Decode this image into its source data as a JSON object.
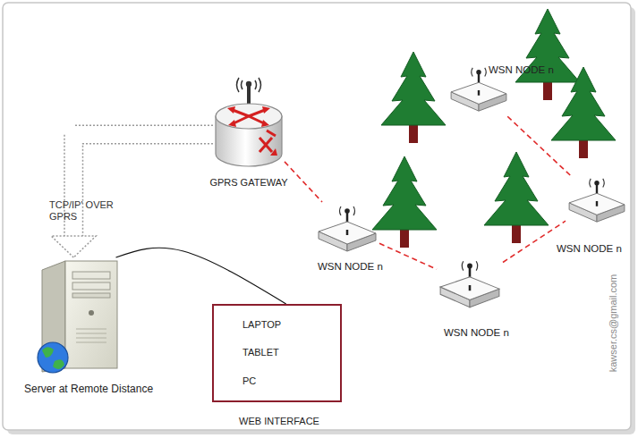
{
  "diagram": {
    "nodes": [
      {
        "text": [
          "GPRS GATEWAY"
        ]
      },
      {
        "text": [
          "WSN NODE n"
        ]
      },
      {
        "text": [
          "WSN NODE n"
        ]
      },
      {
        "text": [
          "WSN NODE n"
        ]
      },
      {
        "text": [
          "WSN NODE n"
        ]
      },
      {
        "text": [
          "Server at Remote Distance"
        ]
      },
      {
        "text": [
          "LAPTOP",
          "TABLET",
          "PC",
          "WEB INTERFACE"
        ]
      }
    ],
    "edges": [
      {
        "from": 0,
        "to": 3,
        "arrow": "none"
      },
      {
        "from": 3,
        "to": 4,
        "arrow": "none"
      },
      {
        "from": 4,
        "to": 2,
        "arrow": "none"
      },
      {
        "from": 2,
        "to": 1,
        "arrow": "none"
      },
      {
        "from": 0,
        "to": 5,
        "label": "TCP/IP' OVER GPRS",
        "arrow": "to"
      },
      {
        "from": 5,
        "to": 6,
        "arrow": "none"
      }
    ],
    "labels": [
      "kawser.cs@gmail.com"
    ]
  }
}
